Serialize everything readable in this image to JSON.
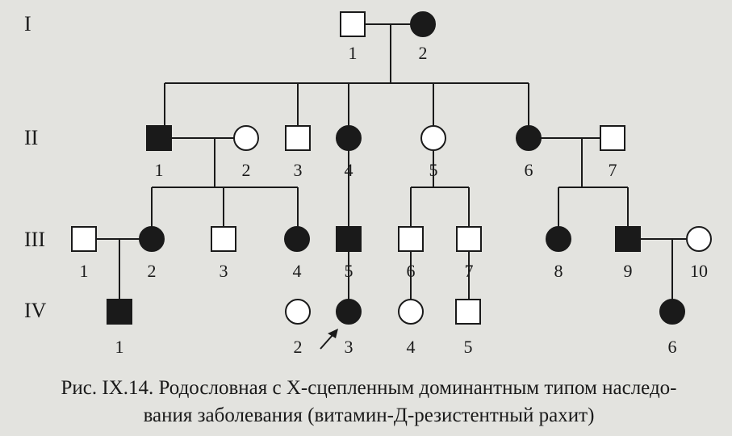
{
  "generations": [
    {
      "id": "I",
      "label": "I"
    },
    {
      "id": "II",
      "label": "II"
    },
    {
      "id": "III",
      "label": "III"
    },
    {
      "id": "IV",
      "label": "IV"
    }
  ],
  "individuals": [
    {
      "id": "I-1",
      "gen": "I",
      "label": "1",
      "sex": "male",
      "affected": false
    },
    {
      "id": "I-2",
      "gen": "I",
      "label": "2",
      "sex": "female",
      "affected": true
    },
    {
      "id": "II-1",
      "gen": "II",
      "label": "1",
      "sex": "male",
      "affected": true
    },
    {
      "id": "II-2",
      "gen": "II",
      "label": "2",
      "sex": "female",
      "affected": false
    },
    {
      "id": "II-3",
      "gen": "II",
      "label": "3",
      "sex": "male",
      "affected": false
    },
    {
      "id": "II-4",
      "gen": "II",
      "label": "4",
      "sex": "female",
      "affected": true
    },
    {
      "id": "II-5",
      "gen": "II",
      "label": "5",
      "sex": "female",
      "affected": false
    },
    {
      "id": "II-6",
      "gen": "II",
      "label": "6",
      "sex": "female",
      "affected": true
    },
    {
      "id": "II-7",
      "gen": "II",
      "label": "7",
      "sex": "male",
      "affected": false
    },
    {
      "id": "III-1",
      "gen": "III",
      "label": "1",
      "sex": "male",
      "affected": false
    },
    {
      "id": "III-2",
      "gen": "III",
      "label": "2",
      "sex": "female",
      "affected": true
    },
    {
      "id": "III-3",
      "gen": "III",
      "label": "3",
      "sex": "male",
      "affected": false
    },
    {
      "id": "III-4",
      "gen": "III",
      "label": "4",
      "sex": "female",
      "affected": true
    },
    {
      "id": "III-5",
      "gen": "III",
      "label": "5",
      "sex": "male",
      "affected": true
    },
    {
      "id": "III-6",
      "gen": "III",
      "label": "6",
      "sex": "male",
      "affected": false
    },
    {
      "id": "III-7",
      "gen": "III",
      "label": "7",
      "sex": "male",
      "affected": false
    },
    {
      "id": "III-8",
      "gen": "III",
      "label": "8",
      "sex": "female",
      "affected": true
    },
    {
      "id": "III-9",
      "gen": "III",
      "label": "9",
      "sex": "male",
      "affected": true
    },
    {
      "id": "III-10",
      "gen": "III",
      "label": "10",
      "sex": "female",
      "affected": false
    },
    {
      "id": "IV-1",
      "gen": "IV",
      "label": "1",
      "sex": "male",
      "affected": true
    },
    {
      "id": "IV-2",
      "gen": "IV",
      "label": "2",
      "sex": "female",
      "affected": false
    },
    {
      "id": "IV-3",
      "gen": "IV",
      "label": "3",
      "sex": "female",
      "affected": true,
      "proband": true
    },
    {
      "id": "IV-4",
      "gen": "IV",
      "label": "4",
      "sex": "female",
      "affected": false
    },
    {
      "id": "IV-5",
      "gen": "IV",
      "label": "5",
      "sex": "male",
      "affected": false
    },
    {
      "id": "IV-6",
      "gen": "IV",
      "label": "6",
      "sex": "female",
      "affected": true
    }
  ],
  "caption": {
    "line1": "Рис. IX.14. Родословная с Х-сцепленным доминантным типом наследо-",
    "line2": "вания заболевания (витамин-Д-резистентный рахит)"
  },
  "colors": {
    "background": "#e3e3df",
    "ink": "#1a1a1a",
    "affected_fill": "#1a1a1a",
    "unaffected_fill": "#ffffff"
  }
}
